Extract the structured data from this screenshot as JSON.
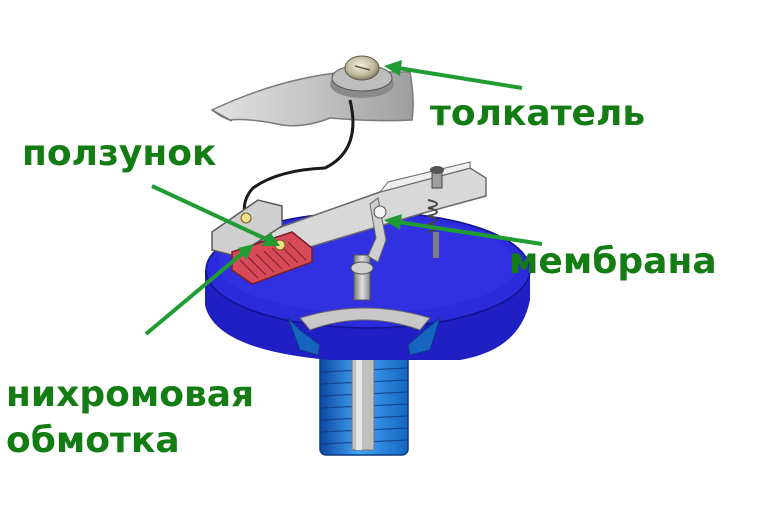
{
  "colors": {
    "label_text": "#137c13",
    "arrow": "#1f9d33",
    "membrane_blue": "#2626d6",
    "fitting_blue": "#1e88e5",
    "winding_red": "#d64a5a"
  },
  "labels": {
    "tolkatel": "толкатель",
    "polzunok": "ползунок",
    "membrana": "мембрана",
    "nichrome_line1": "нихромовая",
    "nichrome_line2": "обмотка"
  }
}
